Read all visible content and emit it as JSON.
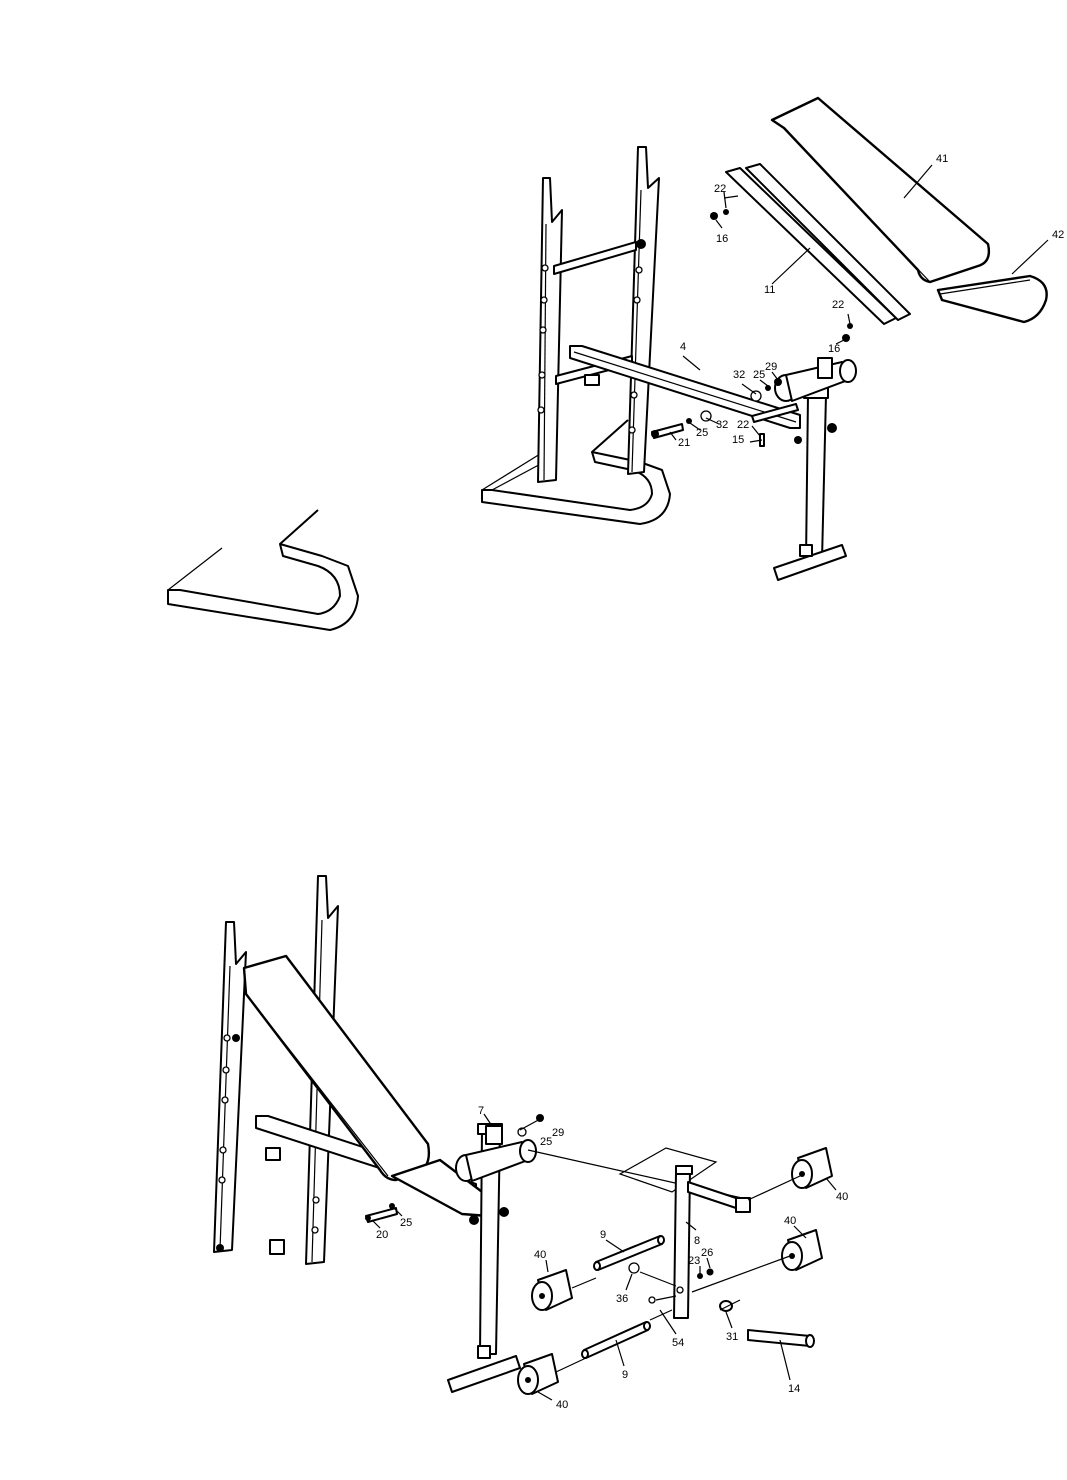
{
  "diagrams": [
    {
      "id": "upper-assembly",
      "callouts": [
        "41",
        "42",
        "22",
        "16",
        "11",
        "22",
        "16",
        "4",
        "32",
        "25",
        "29",
        "32",
        "25",
        "21",
        "22",
        "15"
      ]
    },
    {
      "id": "lower-assembly",
      "callouts": [
        "7",
        "29",
        "25",
        "20",
        "25",
        "40",
        "40",
        "9",
        "8",
        "23",
        "26",
        "40",
        "36",
        "54",
        "31",
        "14",
        "9",
        "40"
      ]
    }
  ],
  "colors": {
    "ink": "#000000",
    "paper": "#ffffff"
  }
}
